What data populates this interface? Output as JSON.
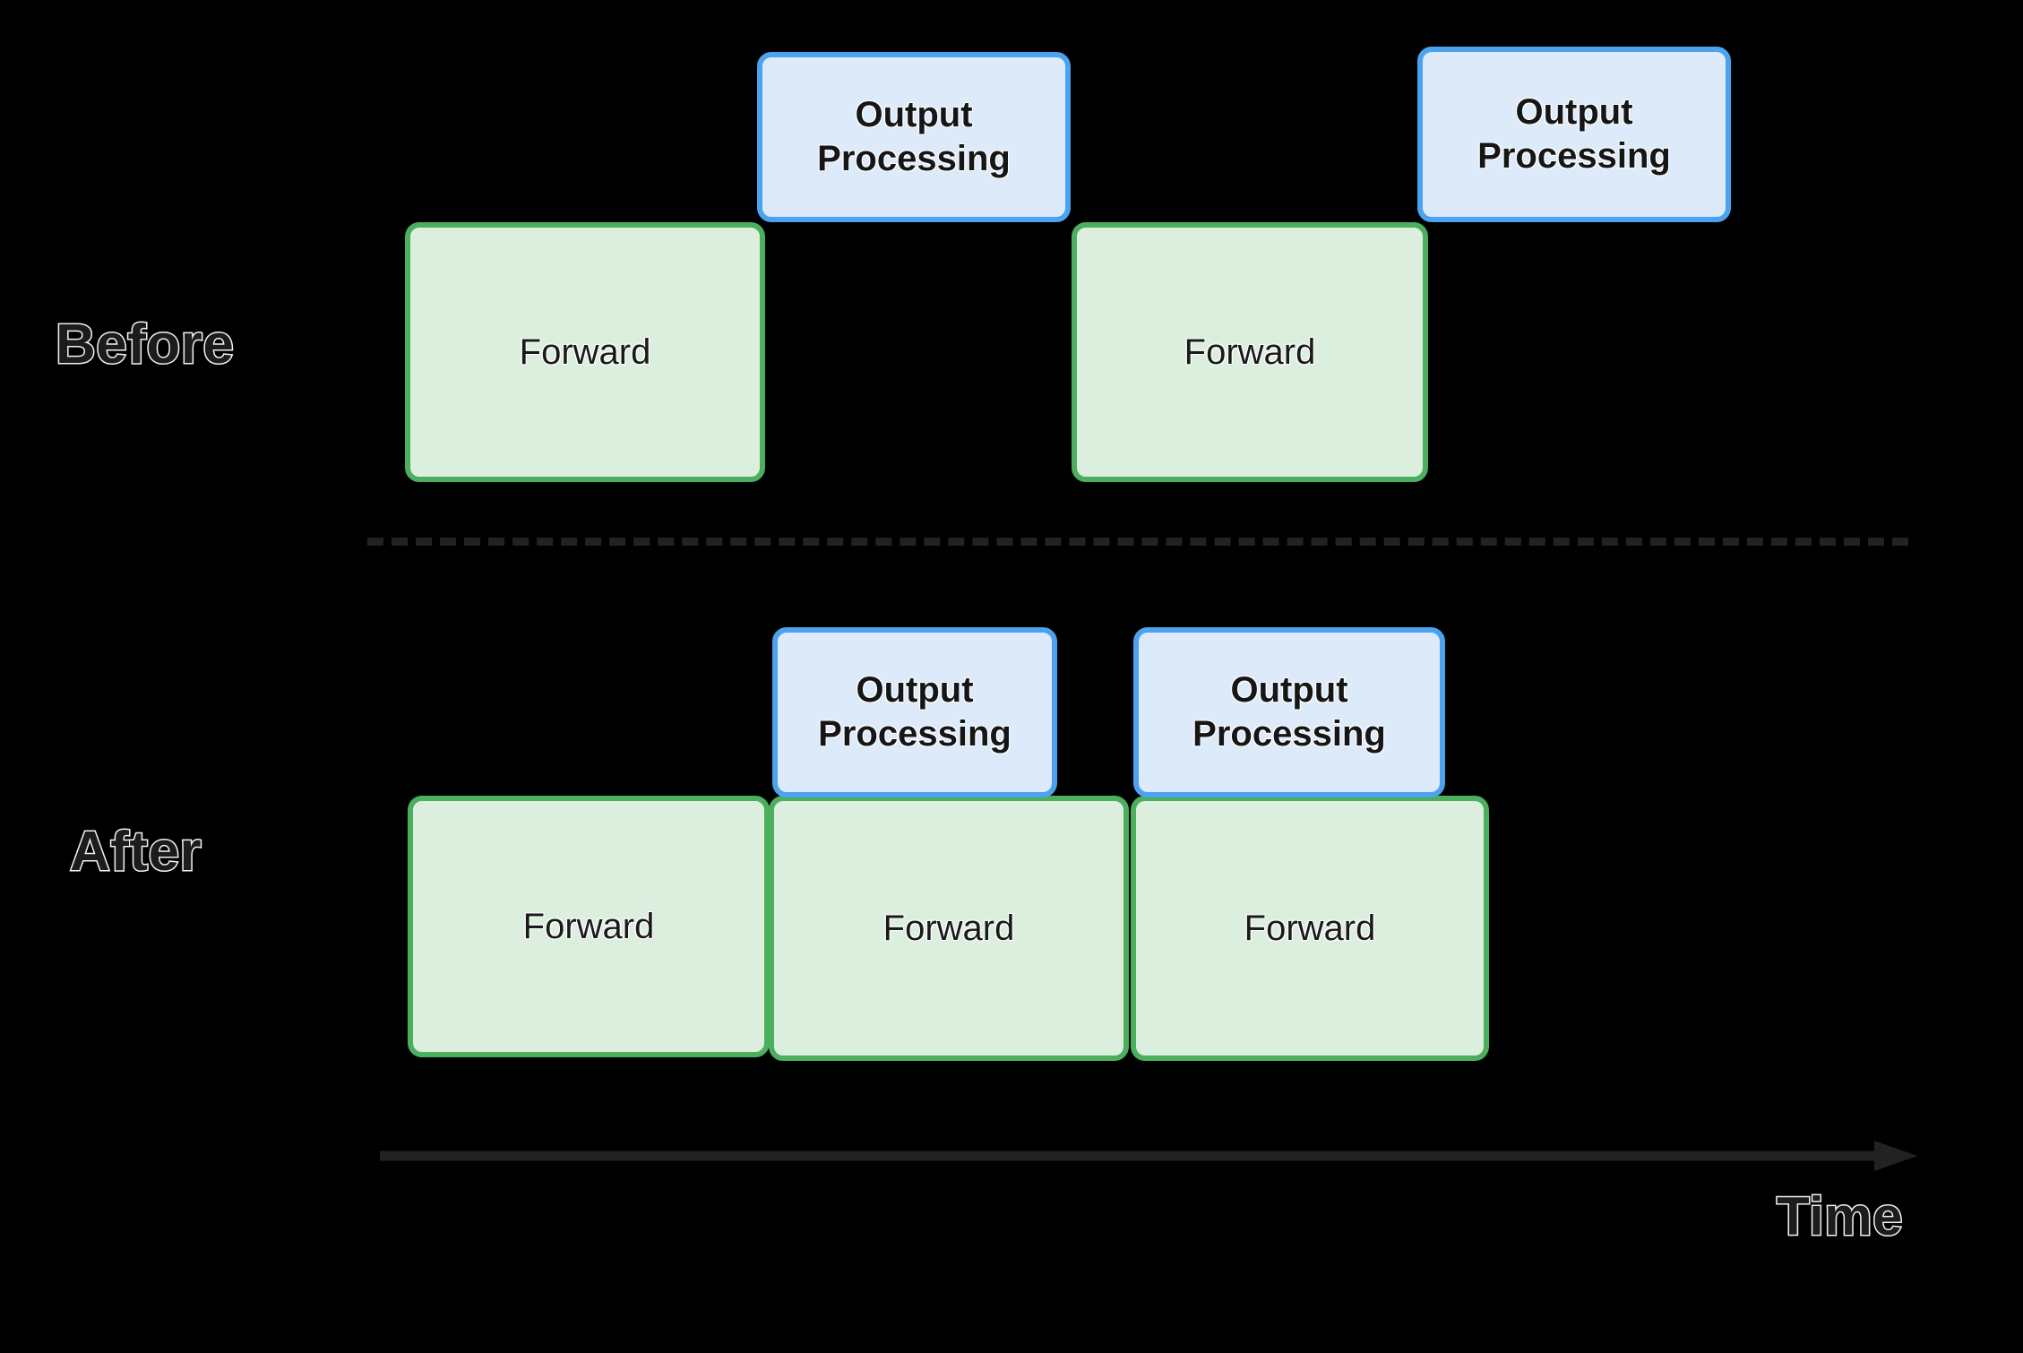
{
  "diagram": {
    "background_color": "#000000",
    "colors": {
      "forward_fill": "#dcefdf",
      "forward_border": "#4caf5e",
      "output_fill": "#dceafa",
      "output_border": "#4da2f0",
      "divider": "#222222",
      "axis": "#222222",
      "label_text": "#1c1c1c",
      "label_outline": "#f2f2f2"
    },
    "rows": [
      {
        "id": "before",
        "label": "Before",
        "blocks": [
          {
            "kind": "forward",
            "label": "Forward"
          },
          {
            "kind": "output",
            "label": "Output\nProcessing"
          },
          {
            "kind": "forward",
            "label": "Forward"
          },
          {
            "kind": "output",
            "label": "Output\nProcessing"
          }
        ]
      },
      {
        "id": "after",
        "label": "After",
        "blocks": [
          {
            "kind": "forward",
            "label": "Forward"
          },
          {
            "kind": "output",
            "label": "Output\nProcessing"
          },
          {
            "kind": "forward",
            "label": "Forward"
          },
          {
            "kind": "output",
            "label": "Output\nProcessing"
          },
          {
            "kind": "forward",
            "label": "Forward"
          }
        ]
      }
    ],
    "axis": {
      "label": "Time",
      "direction": "left-to-right"
    }
  }
}
